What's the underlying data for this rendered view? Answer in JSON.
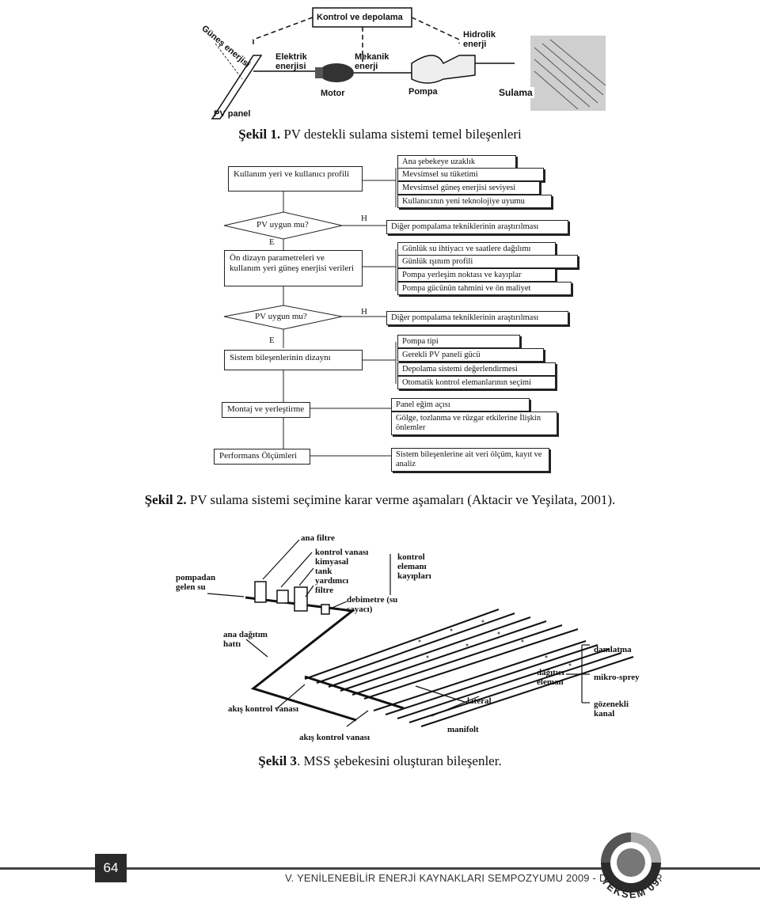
{
  "fig1": {
    "kontrol": "Kontrol ve depolama",
    "gunes": "Güneş enerjisi",
    "elektrik": "Elektrik enerjisi",
    "mekanik": "Mekanik enerji",
    "hidrolik": "Hidrolik enerji",
    "motor": "Motor",
    "pompa": "Pompa",
    "sulama": "Sulama",
    "pv_panel": "PV panel",
    "caption_bold": "Şekil 1.",
    "caption_text": " PV destekli sulama sistemi temel bileşenleri"
  },
  "fig2": {
    "left_profile": "Kullanım yeri ve kullanıcı profili",
    "q1": "PV uygun mu?",
    "e1": "E",
    "h1": "H",
    "left_params": "Ön dizayn parametreleri ve kullanım yeri güneş enerjisi verileri",
    "q2": "PV uygun mu?",
    "e2": "E",
    "h2": "H",
    "left_design": "Sistem bileşenlerinin dizaynı",
    "left_montaj": "Montaj ve yerleştirme",
    "left_perf": "Performans Ölçümleri",
    "r1": [
      "Ana şebekeye uzaklık",
      "Mevsimsel su tüketimi",
      "Mevsimsel güneş enerjisi seviyesi",
      "Kullanıcının yeni teknolojiye uyumu"
    ],
    "alt1": "Diğer pompalama tekniklerinin araştırılması",
    "r2": [
      "Günlük su ihtiyacı ve saatlere dağılımı",
      "Günlük ışınım profili",
      "Pompa yerleşim noktası ve kayıplar",
      "Pompa gücünün tahmini ve ön maliyet"
    ],
    "alt2": "Diğer pompalama tekniklerinin araştırılması",
    "r3": [
      "Pompa tipi",
      "Gerekli PV paneli gücü",
      "Depolama sistemi değerlendirmesi",
      "Otomatik kontrol elemanlarının seçimi"
    ],
    "r4a": "Panel eğim açısı",
    "r4b": "Gölge, tozlanma ve rüzgar etkilerine İlişkin önlemler",
    "r5": "Sistem bileşenlerine ait veri ölçüm, kayıt ve analiz",
    "caption_bold": "Şekil 2.",
    "caption_text": " PV sulama sistemi seçimine karar verme aşamaları (Aktacir ve Yeşilata, 2001)."
  },
  "fig3": {
    "ana_filtre": "ana filtre",
    "kontrol_vanasi": "kontrol vanası",
    "kimyasal_tank": "kimyasal tank",
    "yardimci_filtre": "yardımcı filtre",
    "debimetre": "debimetre (su sayacı)",
    "pompadan": "pompadan gelen su",
    "kontrol_elemani": "kontrol elemanı kayıpları",
    "ana_dagitim": "ana dağıtım hattı",
    "damlatma": "damlatma",
    "dagitici": "dağıtıcı eleman",
    "mikro_sprey": "mikro-sprey",
    "gozenekli": "gözenekli kanal",
    "lateral": "lateral",
    "akis1": "akış kontrol vanası",
    "akis2": "akış kontrol vanası",
    "manifolt": "manifolt",
    "caption_bold": "Şekil 3",
    "caption_text": ". MSS şebekesini oluşturan bileşenler."
  },
  "footer": {
    "page_number": "64",
    "title": "V. YENİLENEBİLİR ENERJİ KAYNAKLARI SEMPOZYUMU 2009 - DİYARBAKIR",
    "logo_text": "YEKSEM'09"
  }
}
